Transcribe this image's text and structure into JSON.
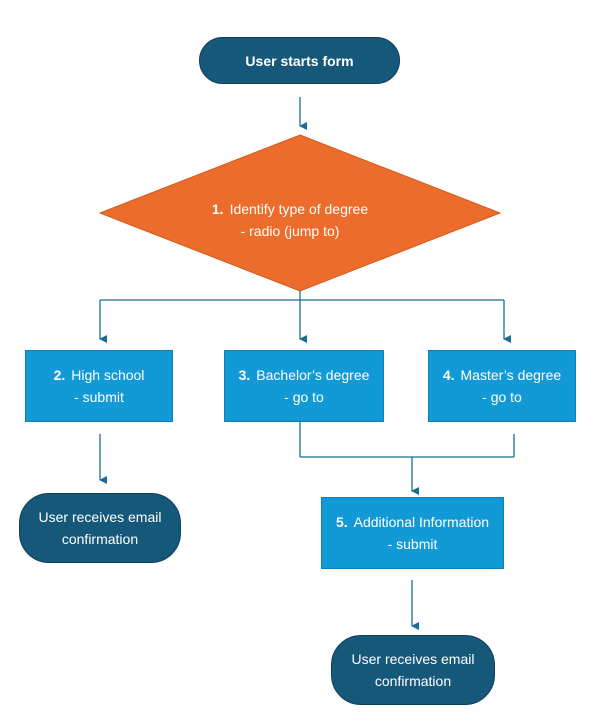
{
  "colors": {
    "terminal": "#16587a",
    "process": "#129ad6",
    "decision": "#ec6c2b",
    "connector": "#1b6e95"
  },
  "nodes": {
    "start": {
      "label": "User starts form"
    },
    "decision": {
      "number": "1.",
      "label": "Identify type of degree",
      "sub": "- radio (jump to)"
    },
    "high_school": {
      "number": "2.",
      "label": "High school",
      "sub": "- submit"
    },
    "bachelors": {
      "number": "3.",
      "label": "Bachelor’s degree",
      "sub": "- go to"
    },
    "masters": {
      "number": "4.",
      "label": "Master’s degree",
      "sub": "- go to"
    },
    "additional": {
      "number": "5.",
      "label": "Additional Information",
      "sub": "- submit"
    },
    "end_left": {
      "line1": "User receives email",
      "line2": "confirmation"
    },
    "end_right": {
      "line1": "User receives email",
      "line2": "confirmation"
    }
  }
}
